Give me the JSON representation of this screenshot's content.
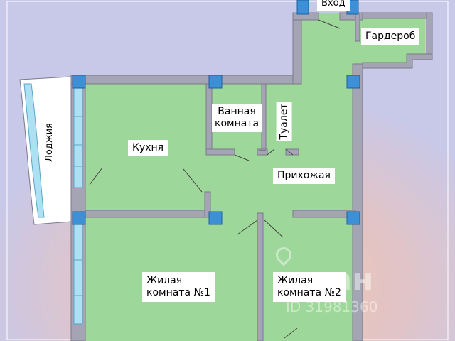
{
  "rooms": {
    "entrance": "Вход",
    "wardrobe": "Гардероб",
    "loggia": "Лоджия",
    "kitchen": "Кухня",
    "bathroom": "Ванная\nкомната",
    "toilet": "Туалет",
    "hallway": "Прихожая",
    "living1": "Жилая\nкомната №1",
    "living2": "Жилая\nкомната №2"
  },
  "watermark": {
    "brand": "циан",
    "id": "ID 31981360"
  },
  "colors": {
    "floor": "#9ed79a",
    "wall": "#a4a4b4",
    "column": "#3d8fd6",
    "window": "#aee0f4",
    "background_top": "#c8c8e8",
    "background_glow": "#f2c9a8"
  }
}
